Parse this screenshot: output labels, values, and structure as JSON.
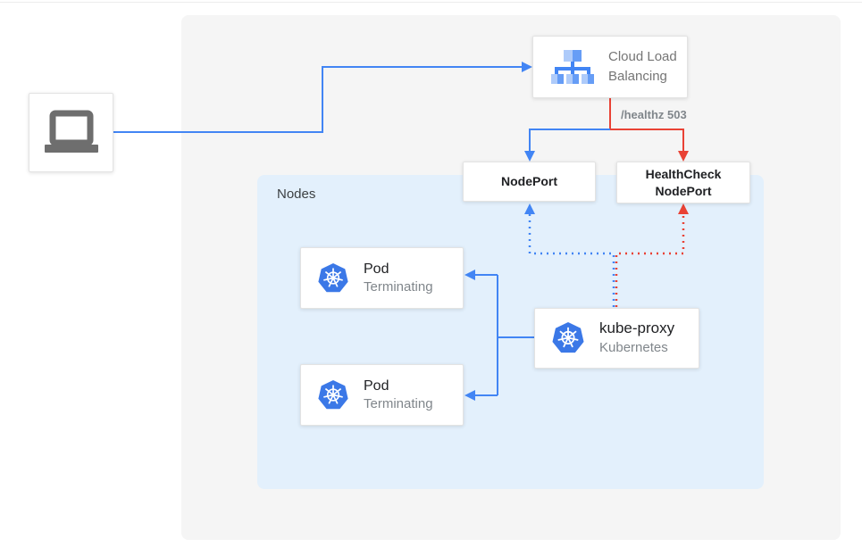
{
  "colors": {
    "blue": "#4285f4",
    "red": "#e94235",
    "panel_bg": "#f5f5f5",
    "nodes_bg": "#e3f0fc",
    "card_border": "#e3e3e3",
    "text_dark": "#202124",
    "text_gray": "#80868b",
    "icon_gray": "#6e6e6e",
    "k8s_blue": "#3b78e7",
    "lb_light": "#aecbfa",
    "lb_mid": "#669df6",
    "lb_dark": "#4285f4"
  },
  "client": {
    "icon": "laptop-icon"
  },
  "load_balancer": {
    "line1": "Cloud Load",
    "line2": "Balancing",
    "icon": "load-balancer-icon"
  },
  "edge_label": "/healthz 503",
  "nodes_group": {
    "label": "Nodes"
  },
  "nodeport": {
    "label": "NodePort"
  },
  "healthcheck_nodeport": {
    "line1": "HealthCheck",
    "line2": "NodePort"
  },
  "pods": [
    {
      "title": "Pod",
      "subtitle": "Terminating",
      "icon": "kubernetes-icon"
    },
    {
      "title": "Pod",
      "subtitle": "Terminating",
      "icon": "kubernetes-icon"
    }
  ],
  "kube_proxy": {
    "title": "kube-proxy",
    "subtitle": "Kubernetes",
    "icon": "kubernetes-icon"
  }
}
